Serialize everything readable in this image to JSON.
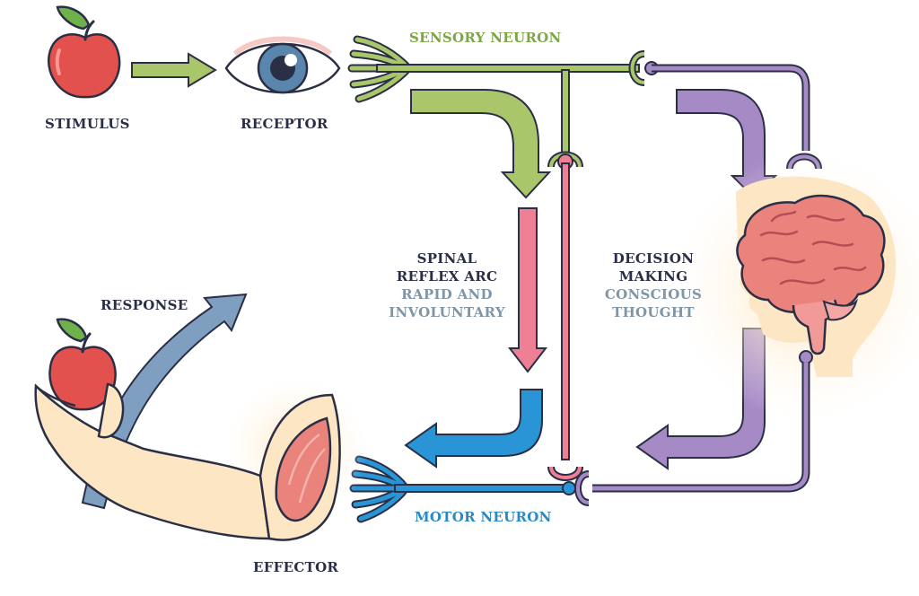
{
  "labels": {
    "stimulus": "STIMULUS",
    "receptor": "RECEPTOR",
    "sensory_neuron": "SENSORY NEURON",
    "spinal_line1": "SPINAL",
    "spinal_line2": "REFLEX ARC",
    "spinal_sub1": "RAPID AND",
    "spinal_sub2": "INVOLUNTARY",
    "decision_line1": "DECISION",
    "decision_line2": "MAKING",
    "decision_sub1": "CONSCIOUS",
    "decision_sub2": "THOUGHT",
    "response": "RESPONSE",
    "motor_neuron": "MOTOR NEURON",
    "effector": "EFFECTOR"
  },
  "colors": {
    "green": "#a9c66a",
    "green_dark": "#7ca744",
    "purple": "#a58ac6",
    "pink": "#ef7f95",
    "blue": "#2a95d6",
    "grey_blue": "#7f9fc0",
    "text_dark": "#2b2f45",
    "outline": "#2b2f45"
  },
  "icons": {
    "stimulus": "apple-icon",
    "receptor": "eye-icon",
    "brain": "brain-icon",
    "effector": "arm-muscle-icon"
  }
}
